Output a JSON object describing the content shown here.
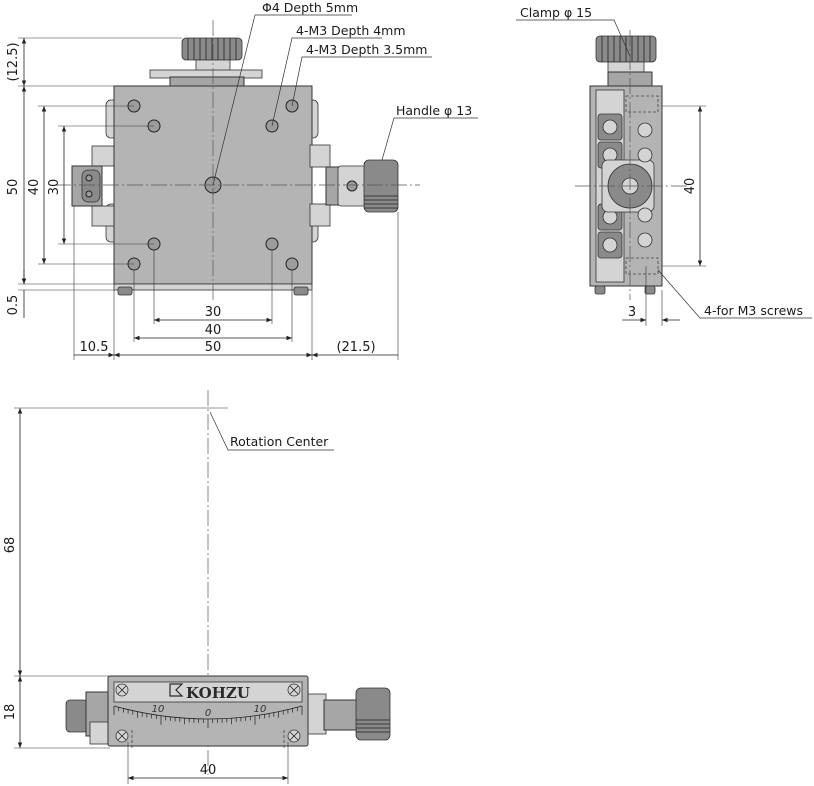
{
  "dimensions": {
    "top_view": {
      "knob_protrusion": "(12.5)",
      "height_total": "50",
      "height_outer_holes": "40",
      "height_inner_holes": "30",
      "bottom_offset": "0.5",
      "width_inner_holes": "30",
      "width_outer_holes": "40",
      "width_total": "50",
      "left_micrometer": "10.5",
      "handle_protrusion": "(21.5)"
    },
    "side_view": {
      "hole_pitch": "40",
      "edge_offset": "3"
    },
    "front_view": {
      "height_to_rotation_center": "68",
      "body_height": "18",
      "hole_pitch": "40"
    }
  },
  "labels": {
    "center_hole": "Φ4 Depth 5mm",
    "tapped_holes_4mm": "4-M3 Depth 4mm",
    "tapped_holes_3_5mm": "4-M3 Depth 3.5mm",
    "handle": "Handle  φ 13",
    "clamp": "Clamp  φ 15",
    "mount_screws": "4-for M3 screws",
    "rotation_center": "Rotation Center"
  },
  "front_face": {
    "brand": "KOHZU",
    "scale_left": "10",
    "scale_center": "0",
    "scale_right": "10"
  }
}
